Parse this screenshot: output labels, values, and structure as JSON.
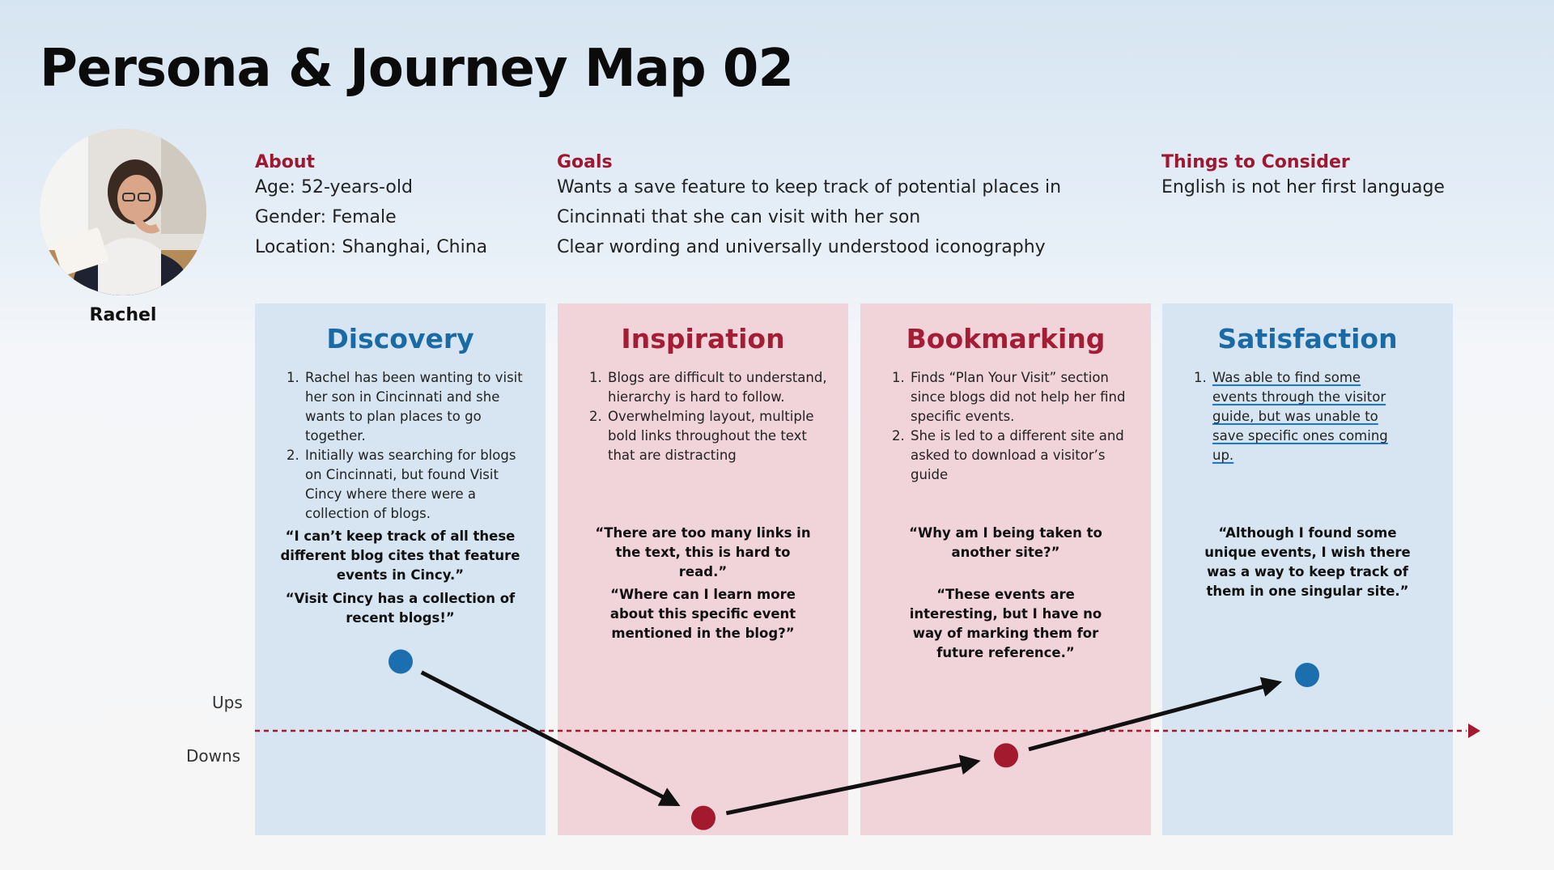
{
  "title": "Persona & Journey Map 02",
  "persona": {
    "name": "Rachel",
    "about": {
      "heading": "About",
      "lines": [
        "Age: 52-years-old",
        "Gender: Female",
        "Location: Shanghai, China"
      ]
    },
    "goals": {
      "heading": "Goals",
      "lines": [
        "Wants a save feature to keep track of potential places in",
        "Cincinnati that she can visit with her son",
        "Clear wording and universally understood iconography"
      ]
    },
    "consider": {
      "heading": "Things to Consider",
      "lines": [
        "English is not her first language"
      ]
    }
  },
  "stages": [
    {
      "title": "Discovery",
      "steps": [
        "Rachel has been wanting to visit her son in Cincinnati and she wants to plan places to go together.",
        "Initially was searching for blogs on Cincinnati, but found Visit Cincy where there were a collection of blogs."
      ],
      "quotes": [
        "“I can’t keep track of all these different blog cites that feature events in Cincy.”",
        "“Visit Cincy has a collection of recent blogs!”"
      ]
    },
    {
      "title": "Inspiration",
      "steps": [
        "Blogs are difficult to understand, hierarchy is hard to follow.",
        "Overwhelming layout, multiple bold links throughout the text that are distracting"
      ],
      "quotes": [
        "“There are too many links in the text, this is hard to read.”",
        "“Where can I learn more about this specific event mentioned in the blog?”"
      ]
    },
    {
      "title": "Bookmarking",
      "steps": [
        "Finds “Plan Your Visit” section since blogs did not help her find specific events.",
        "She is led to a different site and asked to download a visitor’s guide"
      ],
      "quotes": [
        "“Why am I being taken to another site?”",
        "“These events are interesting, but I have no way of marking them for future reference.”"
      ]
    },
    {
      "title": "Satisfaction",
      "steps": [
        "Was able to find some events through the visitor guide, but was unable to save specific ones coming up."
      ],
      "quotes": [
        "“Although I found some unique events, I wish there was a way to keep track of them in one singular site.”"
      ]
    }
  ],
  "journey": {
    "up_label": "Ups",
    "down_label": "Downs",
    "points": [
      {
        "stage": "Discovery",
        "mood": "up",
        "level": 0.62
      },
      {
        "stage": "Inspiration",
        "mood": "down",
        "level": -0.78
      },
      {
        "stage": "Bookmarking",
        "mood": "down",
        "level": -0.22
      },
      {
        "stage": "Satisfaction",
        "mood": "up",
        "level": 0.5
      }
    ],
    "colors": {
      "up": "#1b6fae",
      "down": "#a3192d",
      "baseline": "#a3192d",
      "arrow": "#111111"
    }
  }
}
